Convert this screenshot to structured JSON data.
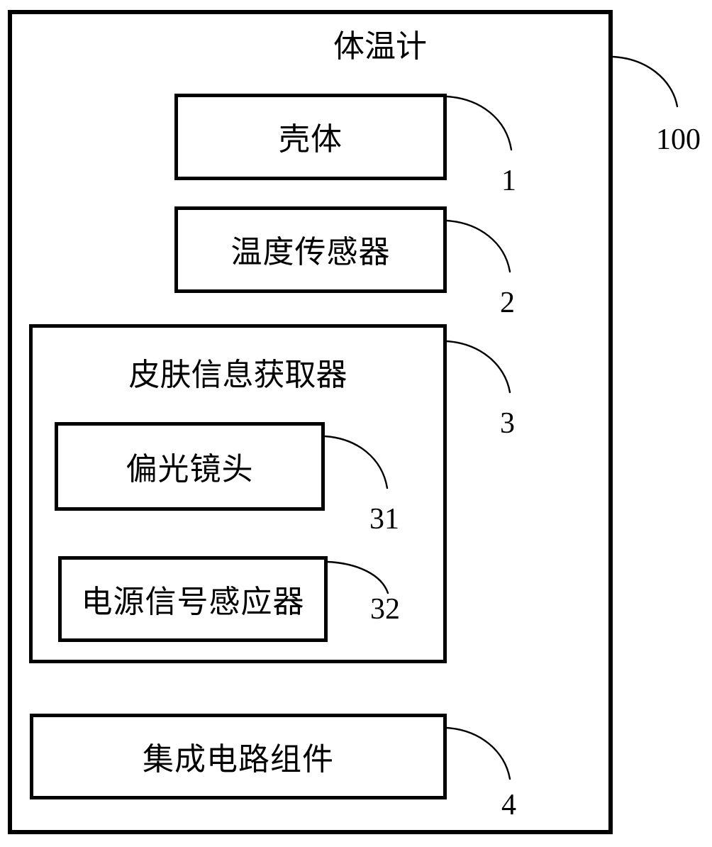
{
  "figure": {
    "type": "patent-block-diagram",
    "outer": {
      "title": "体温计",
      "ref": "100"
    },
    "blocks": [
      {
        "key": "housing",
        "label": "壳体",
        "ref": "1"
      },
      {
        "key": "temp_sensor",
        "label": "温度传感器",
        "ref": "2"
      },
      {
        "key": "skin_info",
        "label": "皮肤信息获取器",
        "ref": "3"
      },
      {
        "key": "polar_lens",
        "label": "偏光镜头",
        "ref": "31"
      },
      {
        "key": "power_sensor",
        "label": "电源信号感应器",
        "ref": "32"
      },
      {
        "key": "ic_assembly",
        "label": "集成电路组件",
        "ref": "4"
      }
    ],
    "colors": {
      "line": "#000000",
      "background": "#ffffff"
    }
  }
}
